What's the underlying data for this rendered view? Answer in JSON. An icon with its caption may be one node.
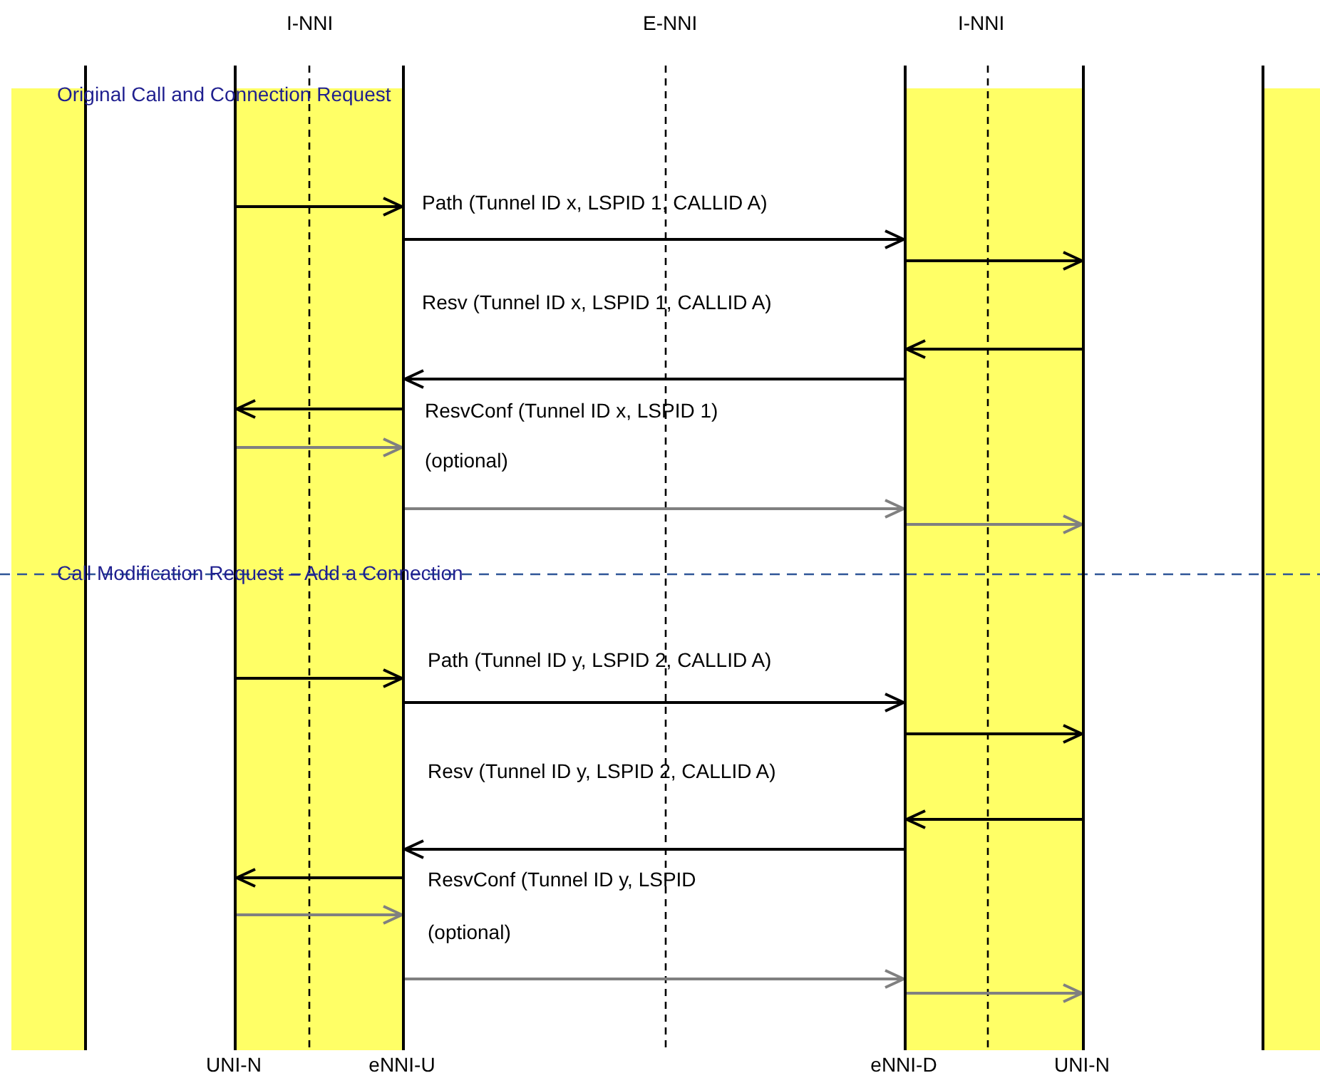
{
  "diagram": {
    "nodes": [
      {
        "text": [],
        "shape": "line"
      },
      {
        "text": [
          "UNI-N"
        ]
      },
      {
        "text": [
          "eNNI-U"
        ]
      },
      {
        "text": [
          "eNNI-D"
        ]
      },
      {
        "text": [
          "UNI-N"
        ]
      },
      {
        "text": [],
        "shape": "line"
      }
    ],
    "edges": [
      {
        "from": 1,
        "to": 2,
        "arrow": "to"
      },
      {
        "from": 2,
        "to": 3,
        "arrow": "to",
        "label": "Path (Tunnel ID x, LSPID 1, CALLID A)"
      },
      {
        "from": 3,
        "to": 4,
        "arrow": "to"
      },
      {
        "from": 4,
        "to": 3,
        "arrow": "to"
      },
      {
        "from": 3,
        "to": 2,
        "arrow": "to",
        "label": "Resv (Tunnel ID x, LSPID 1, CALLID A)"
      },
      {
        "from": 2,
        "to": 1,
        "arrow": "to"
      },
      {
        "from": 1,
        "to": 2,
        "arrow": "to",
        "color": "#808080",
        "label": "ResvConf (Tunnel ID x, LSPID 1)"
      },
      {
        "from": 2,
        "to": 3,
        "arrow": "to",
        "color": "#808080"
      },
      {
        "from": 3,
        "to": 4,
        "arrow": "to",
        "color": "#808080"
      },
      {
        "from": 1,
        "to": 2,
        "arrow": "to"
      },
      {
        "from": 2,
        "to": 3,
        "arrow": "to",
        "label": "Path (Tunnel ID y, LSPID 2, CALLID A)"
      },
      {
        "from": 3,
        "to": 4,
        "arrow": "to"
      },
      {
        "from": 4,
        "to": 3,
        "arrow": "to"
      },
      {
        "from": 3,
        "to": 2,
        "arrow": "to",
        "label": "Resv (Tunnel ID y, LSPID 2, CALLID A)"
      },
      {
        "from": 2,
        "to": 1,
        "arrow": "to"
      },
      {
        "from": 1,
        "to": 2,
        "arrow": "to",
        "color": "#808080",
        "label": "ResvConf (Tunnel ID y, LSPID"
      },
      {
        "from": 2,
        "to": 3,
        "arrow": "to",
        "color": "#808080"
      },
      {
        "from": 3,
        "to": 4,
        "arrow": "to",
        "color": "#808080"
      }
    ],
    "labels": [
      "I-NNI",
      "E-NNI",
      "I-NNI",
      "Original Call and Connection Request",
      "(optional)",
      "Call Modification Request – Add a Connection",
      "(optional)"
    ]
  }
}
